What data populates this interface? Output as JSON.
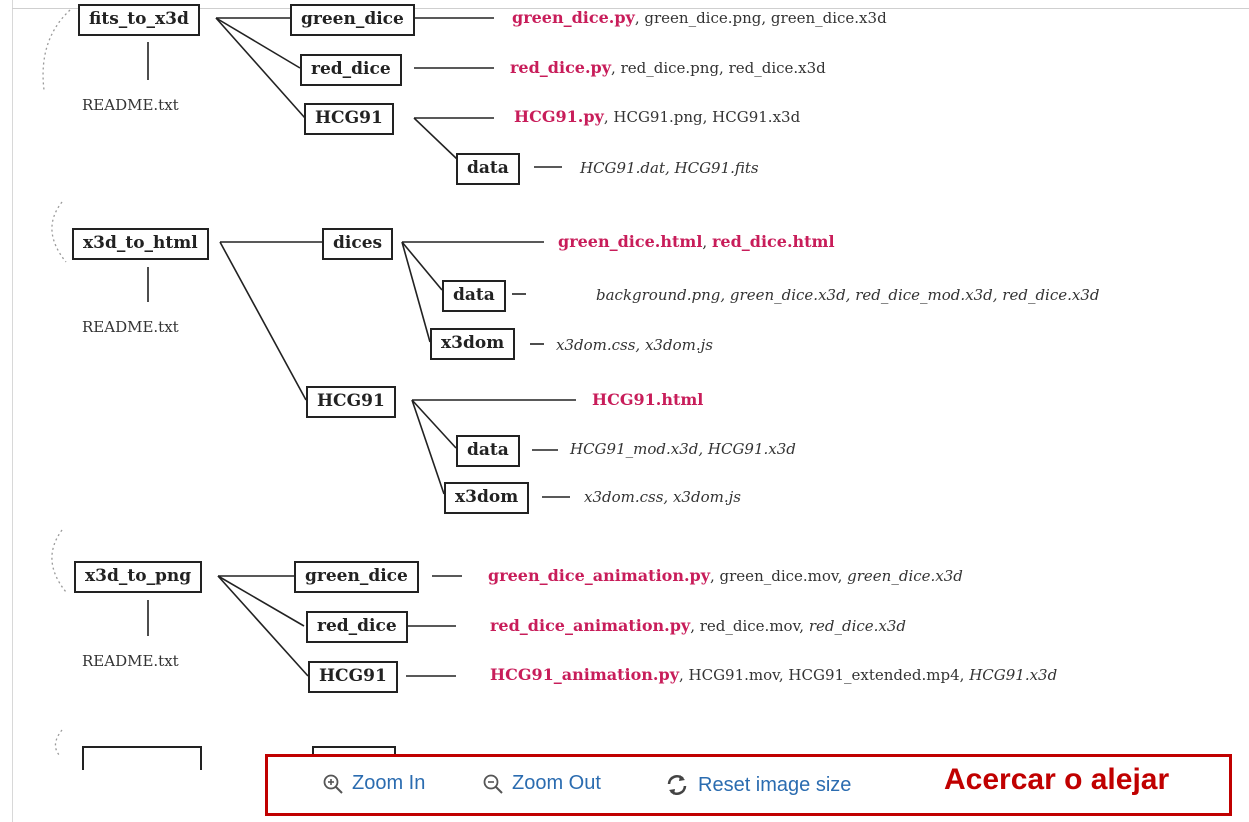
{
  "groups": [
    {
      "root": "fits_to_x3d",
      "readme": "README.txt",
      "children": [
        {
          "name": "green_dice",
          "files": [
            {
              "t": "green_dice.py",
              "s": "py"
            },
            {
              "t": ", green_dice.png, green_dice.x3d",
              "s": ""
            }
          ]
        },
        {
          "name": "red_dice",
          "files": [
            {
              "t": "red_dice.py",
              "s": "py"
            },
            {
              "t": ", red_dice.png, red_dice.x3d",
              "s": ""
            }
          ]
        },
        {
          "name": "HCG91",
          "files": [
            {
              "t": "HCG91.py",
              "s": "py"
            },
            {
              "t": ", HCG91.png, HCG91.x3d",
              "s": ""
            }
          ]
        },
        {
          "name": "data",
          "files": [
            {
              "t": "HCG91.dat, HCG91.fits",
              "s": "it"
            }
          ]
        }
      ]
    },
    {
      "root": "x3d_to_html",
      "readme": "README.txt",
      "children": [
        {
          "name": "dices",
          "files": [
            {
              "t": "green_dice.html",
              "s": "py"
            },
            {
              "t": ", ",
              "s": ""
            },
            {
              "t": "red_dice.html",
              "s": "py"
            }
          ]
        },
        {
          "name": "data",
          "files": [
            {
              "t": "background.png, green_dice.x3d, red_dice_mod.x3d, red_dice.x3d",
              "s": "it"
            }
          ]
        },
        {
          "name": "x3dom",
          "files": [
            {
              "t": "x3dom.css, x3dom.js",
              "s": "it"
            }
          ]
        },
        {
          "name": "HCG91",
          "files": [
            {
              "t": "HCG91.html",
              "s": "py"
            }
          ]
        },
        {
          "name": "data",
          "files": [
            {
              "t": "HCG91_mod.x3d, HCG91.x3d",
              "s": "it"
            }
          ]
        },
        {
          "name": "x3dom",
          "files": [
            {
              "t": "x3dom.css, x3dom.js",
              "s": "it"
            }
          ]
        }
      ]
    },
    {
      "root": "x3d_to_png",
      "readme": "README.txt",
      "children": [
        {
          "name": "green_dice",
          "files": [
            {
              "t": "green_dice_animation.py",
              "s": "py"
            },
            {
              "t": ", green_dice.mov, ",
              "s": ""
            },
            {
              "t": "green_dice.x3d",
              "s": "it"
            }
          ]
        },
        {
          "name": "red_dice",
          "files": [
            {
              "t": "red_dice_animation.py",
              "s": "py"
            },
            {
              "t": ", red_dice.mov, ",
              "s": ""
            },
            {
              "t": "red_dice.x3d",
              "s": "it"
            }
          ]
        },
        {
          "name": "HCG91",
          "files": [
            {
              "t": "HCG91_animation.py",
              "s": "py"
            },
            {
              "t": ", HCG91.mov, HCG91_extended.mp4, ",
              "s": ""
            },
            {
              "t": "HCG91.x3d",
              "s": "it"
            }
          ]
        }
      ]
    }
  ],
  "toolbar": {
    "zoom_in": "Zoom In",
    "zoom_out": "Zoom Out",
    "reset": "Reset image size",
    "hint": "Acercar o alejar",
    "icons": [
      "zoom-in-icon",
      "zoom-out-icon",
      "reset-icon"
    ]
  },
  "colors": {
    "accent_py": "#c81d5a",
    "toolbar_link": "#2b6cb0",
    "highlight_border": "#c00000"
  }
}
